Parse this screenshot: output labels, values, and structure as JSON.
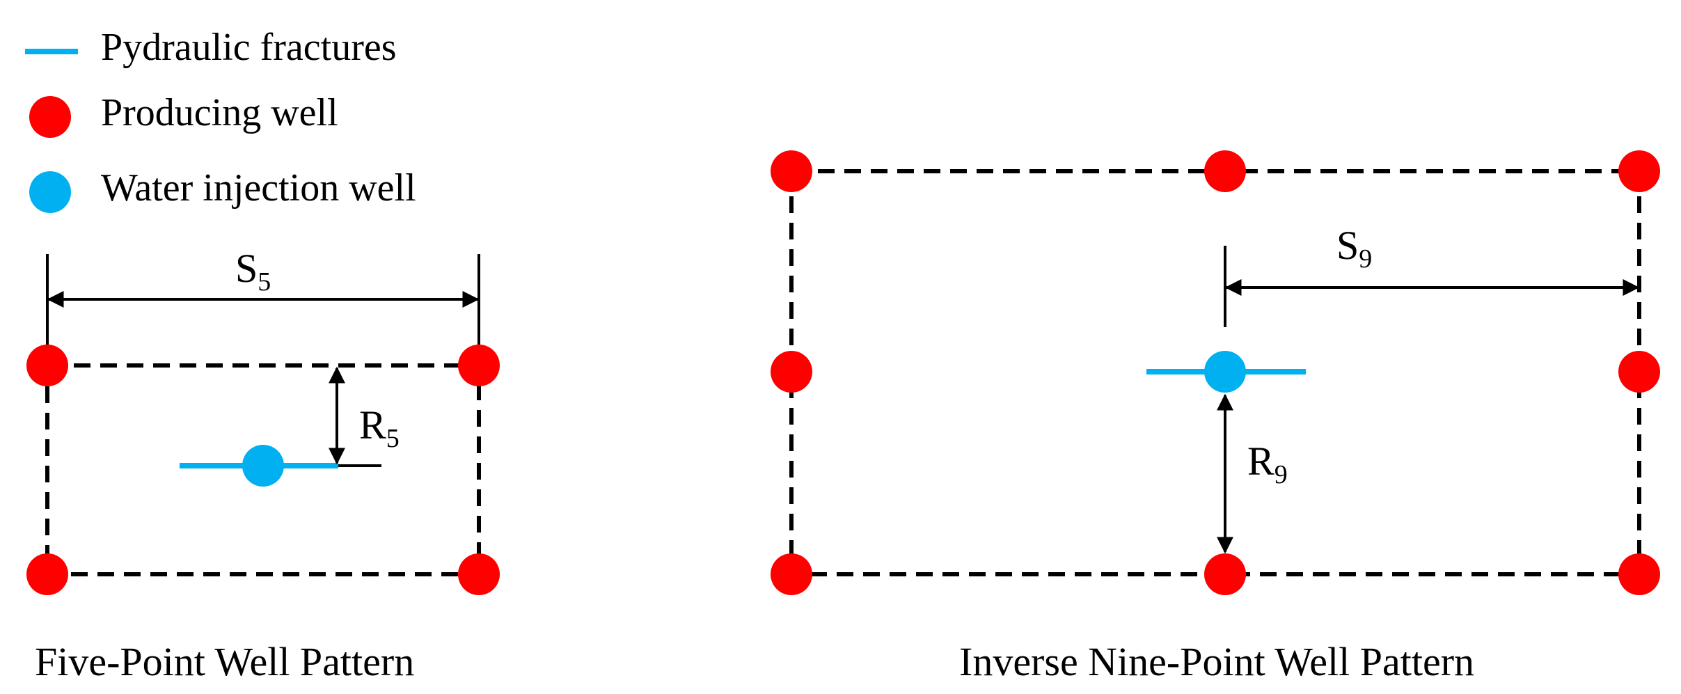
{
  "colors": {
    "producing_well": "#ff0000",
    "injection_well": "#00b0f0",
    "fracture": "#00b0f0",
    "line": "#000000"
  },
  "legend": {
    "fracture_label": "Pydraulic fractures",
    "producing_label": "Producing well",
    "injection_label": "Water injection well"
  },
  "five_point": {
    "title": "Five-Point Well Pattern",
    "spacing_label": {
      "main": "S",
      "sub": "5"
    },
    "radius_label": {
      "main": "R",
      "sub": "5"
    }
  },
  "nine_point": {
    "title": "Inverse Nine-Point Well Pattern",
    "spacing_label": {
      "main": "S",
      "sub": "9"
    },
    "radius_label": {
      "main": "R",
      "sub": "9"
    }
  }
}
